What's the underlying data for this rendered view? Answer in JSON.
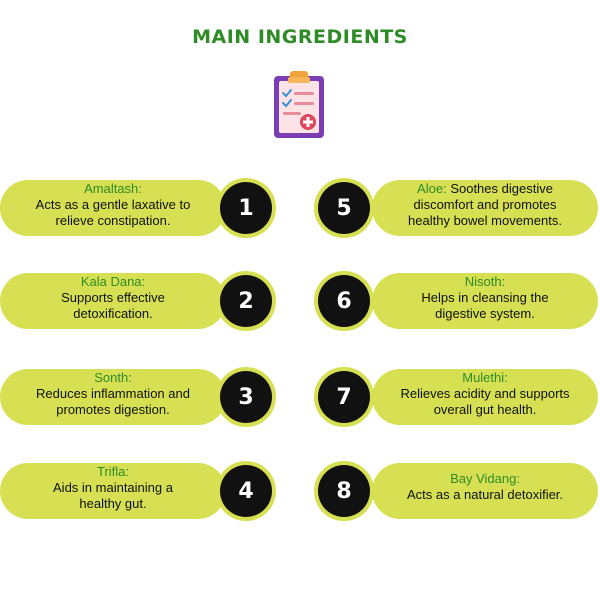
{
  "page": {
    "title": "MAIN INGREDIENTS"
  },
  "ingredients": [
    {
      "number": "1",
      "name": "Amaltash:",
      "desc_line1": "Acts as a gentle laxative to",
      "desc_line2": "relieve constipation."
    },
    {
      "number": "2",
      "name": "Kala Dana:",
      "desc_line1": "Supports effective",
      "desc_line2": "detoxification."
    },
    {
      "number": "3",
      "name": "Sonth:",
      "desc_line1": "Reduces inflammation and",
      "desc_line2": "promotes digestion."
    },
    {
      "number": "4",
      "name": "Trifla:",
      "desc_line1": "Aids in maintaining a",
      "desc_line2": "healthy gut."
    },
    {
      "number": "5",
      "name": "Aloe:",
      "desc_line1": "Soothes digestive",
      "desc_line2": "discomfort and promotes",
      "desc_line3": "healthy bowel movements."
    },
    {
      "number": "6",
      "name": "Nisoth:",
      "desc_line1": "Helps in cleansing the",
      "desc_line2": "digestive system."
    },
    {
      "number": "7",
      "name": "Mulethi:",
      "desc_line1": "Relieves acidity and supports",
      "desc_line2": "overall gut health."
    },
    {
      "number": "8",
      "name": "Bay Vidang:",
      "desc_line1": "Acts as a natural detoxifier."
    }
  ],
  "colors": {
    "accent_green": "#2e8b26",
    "pill": "#d6e052",
    "circle": "#111111"
  },
  "icons": {
    "header": "clipboard-checklist-icon"
  }
}
